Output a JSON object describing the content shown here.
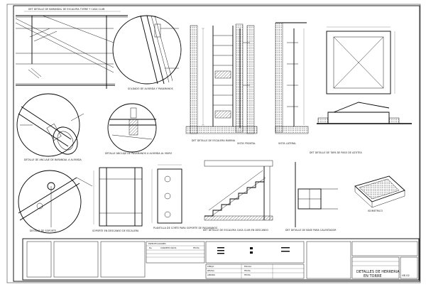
{
  "sheet": {
    "top_caption": "DET DETALLE DE BARANDAL DE ESCALERA TORRE Y CASA CLUB",
    "details": {
      "d_anchor": "DETALLE DE ANCLAJE DE BARANDAL A ALFARDA",
      "d_support": "DETALLE DE SOPORTE",
      "d_weld": "DETALLE ANCLAJE DE PASAMANOS A ALFARDA AL MURO",
      "d_welded": "SOLDADO DE ALFARDA Y PASAMANOS",
      "d_support_stair": "SOPORTE EN DESCANSO DE ESCALERA",
      "d_plate": "PLANTILLA DE CORTE PARA SOPORTE DE PASAMANOS",
      "d_ladder": "DET DETALLE DE ESCALERA MARINA",
      "d_front": "VISTA FRONTAL",
      "d_side": "VISTA LATERAL",
      "d_hatch": "DET DETALLE DE TAPA DE PASO DE AZOTEA",
      "d_stair_club": "DET DETALLE DE ESCALERA CASA CLUB EN DESCANSO",
      "d_base": "DET DETALLE DE BASE PARA CALENTADOR",
      "d_iso": "ISOMETRICO"
    },
    "title_block": {
      "notes_header": "ESPECIFICACIONES",
      "table_header_1": "No.",
      "table_header_2": "CONCEPTO NOTA",
      "table_header_3": "FECHA",
      "row_labels": [
        "DIBUJO",
        "REVISO",
        "APROBO"
      ],
      "row_labels_2": [
        "ESCALA",
        "FECHA",
        "FECHA"
      ],
      "sheet_title_line1": "DETALLES DE HERRERIA",
      "sheet_title_line2": "EN TORRE",
      "sheet_code": "HE-02"
    }
  }
}
